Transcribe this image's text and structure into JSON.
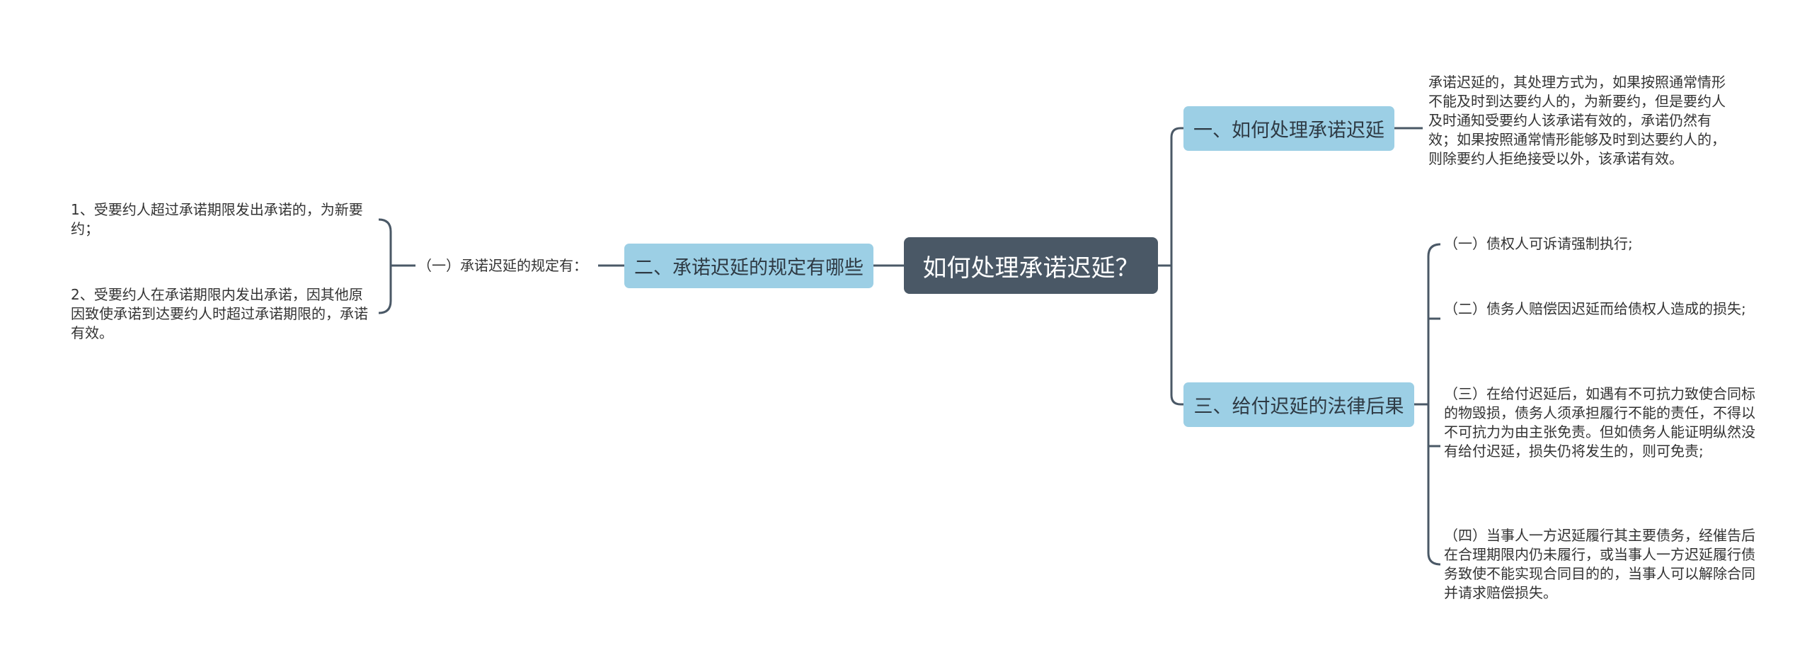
{
  "mindmap": {
    "root": "如何处理承诺迟延？",
    "branch1": {
      "title": "一、如何处理承诺迟延",
      "text": "承诺迟延的，其处理方式为，如果按照通常情形不能及时到达要约人的，为新要约，但是要约人及时通知受要约人该承诺有效的，承诺仍然有效；如果按照通常情形能够及时到达要约人的，则除要约人拒绝接受以外，该承诺有效。"
    },
    "branch2": {
      "title": "二、承诺迟延的规定有哪些",
      "sub": "（一）承诺迟延的规定有：",
      "items": [
        "1、受要约人超过承诺期限发出承诺的，为新要约；",
        "2、受要约人在承诺期限内发出承诺，因其他原因致使承诺到达要约人时超过承诺期限的，承诺有效。"
      ]
    },
    "branch3": {
      "title": "三、给付迟延的法律后果",
      "items": [
        "（一）债权人可诉请强制执行;",
        "（二）债务人赔偿因迟延而给债权人造成的损失;",
        "（三）在给付迟延后，如遇有不可抗力致使合同标的物毁损，债务人须承担履行不能的责任，不得以不可抗力为由主张免责。但如债务人能证明纵然没有给付迟延，损失仍将发生的，则可免责;",
        "（四）当事人一方迟延履行其主要债务，经催告后在合理期限内仍未履行，或当事人一方迟延履行债务致使不能实现合同目的的，当事人可以解除合同并请求赔偿损失。"
      ]
    },
    "colors": {
      "root_bg": "#4a5866",
      "branch_bg": "#9ccfe5",
      "line": "#4a5866"
    }
  }
}
